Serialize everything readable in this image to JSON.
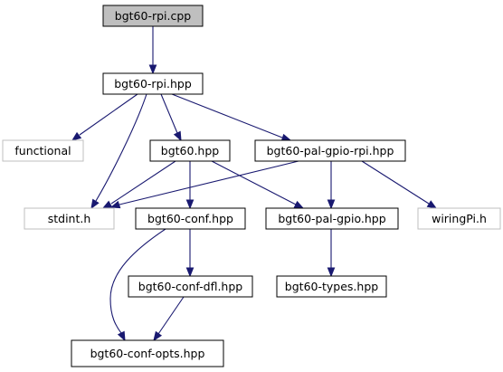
{
  "diagram": {
    "colors": {
      "edge": "#191970",
      "node_border": "#000000",
      "external_border": "#bfbfbf",
      "root_fill": "#bfbfbf",
      "node_fill": "#ffffff",
      "text": "#000000"
    },
    "nodes": [
      {
        "id": "n_cpp",
        "label": "bgt60-rpi.cpp",
        "style": "root"
      },
      {
        "id": "n_rpi_hpp",
        "label": "bgt60-rpi.hpp",
        "style": "normal"
      },
      {
        "id": "n_functional",
        "label": "functional",
        "style": "external"
      },
      {
        "id": "n_bgt60_hpp",
        "label": "bgt60.hpp",
        "style": "normal"
      },
      {
        "id": "n_pal_rpi",
        "label": "bgt60-pal-gpio-rpi.hpp",
        "style": "normal"
      },
      {
        "id": "n_stdint",
        "label": "stdint.h",
        "style": "external"
      },
      {
        "id": "n_conf",
        "label": "bgt60-conf.hpp",
        "style": "normal"
      },
      {
        "id": "n_pal",
        "label": "bgt60-pal-gpio.hpp",
        "style": "normal"
      },
      {
        "id": "n_wiring",
        "label": "wiringPi.h",
        "style": "external"
      },
      {
        "id": "n_conf_dfl",
        "label": "bgt60-conf-dfl.hpp",
        "style": "normal"
      },
      {
        "id": "n_types",
        "label": "bgt60-types.hpp",
        "style": "normal"
      },
      {
        "id": "n_conf_opts",
        "label": "bgt60-conf-opts.hpp",
        "style": "normal"
      }
    ],
    "edges": [
      {
        "from": "n_cpp",
        "to": "n_rpi_hpp"
      },
      {
        "from": "n_rpi_hpp",
        "to": "n_functional"
      },
      {
        "from": "n_rpi_hpp",
        "to": "n_stdint"
      },
      {
        "from": "n_rpi_hpp",
        "to": "n_bgt60_hpp"
      },
      {
        "from": "n_rpi_hpp",
        "to": "n_pal_rpi"
      },
      {
        "from": "n_bgt60_hpp",
        "to": "n_stdint"
      },
      {
        "from": "n_bgt60_hpp",
        "to": "n_conf"
      },
      {
        "from": "n_bgt60_hpp",
        "to": "n_pal"
      },
      {
        "from": "n_pal_rpi",
        "to": "n_stdint"
      },
      {
        "from": "n_pal_rpi",
        "to": "n_pal"
      },
      {
        "from": "n_pal_rpi",
        "to": "n_wiring"
      },
      {
        "from": "n_conf",
        "to": "n_conf_dfl"
      },
      {
        "from": "n_conf",
        "to": "n_conf_opts"
      },
      {
        "from": "n_conf_dfl",
        "to": "n_conf_opts"
      },
      {
        "from": "n_pal",
        "to": "n_types"
      }
    ]
  }
}
